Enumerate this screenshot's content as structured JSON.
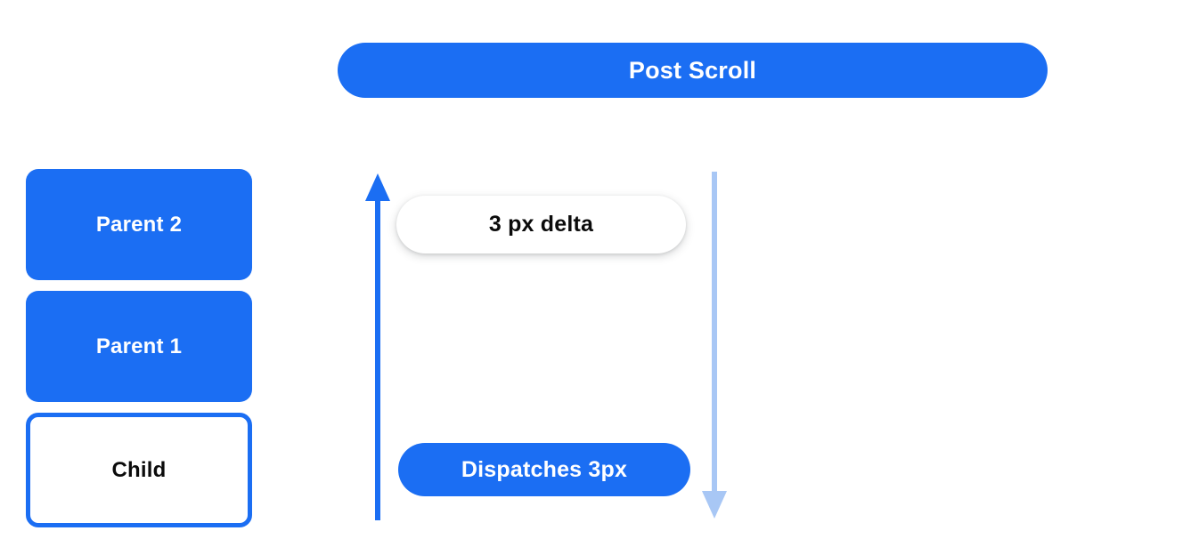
{
  "diagram": {
    "title": "Post Scroll",
    "background_color": "#ffffff",
    "accent_color": "#1b6ef3",
    "secondary_arrow_color": "#a8c7f5",
    "text_dark": "#0b0b0b",
    "text_light": "#ffffff"
  },
  "node_stack": {
    "items": [
      {
        "label": "Parent 2",
        "style": "filled"
      },
      {
        "label": "Parent 1",
        "style": "filled"
      },
      {
        "label": "Child",
        "style": "outlined"
      }
    ]
  },
  "flow": {
    "up_arrow": {
      "name": "scroll-propagation-arrow",
      "direction": "up",
      "color": "#1b6ef3"
    },
    "down_arrow": {
      "name": "scroll-consumption-arrow",
      "direction": "down",
      "color": "#a8c7f5"
    },
    "delta_label": "3 px delta",
    "dispatch_label": "Dispatches 3px"
  }
}
